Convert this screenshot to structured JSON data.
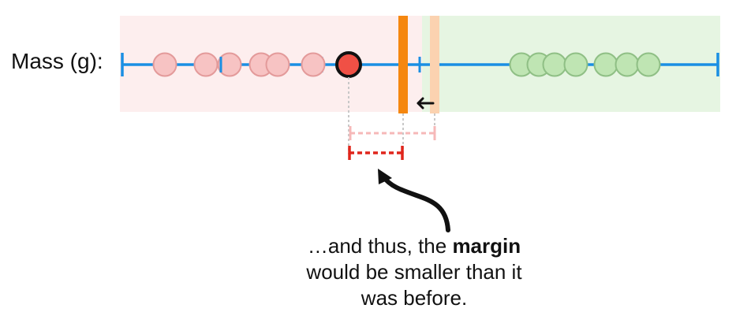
{
  "axis_label": "Mass (g):",
  "caption": {
    "part1": "…and thus, the ",
    "bold": "margin",
    "part2": "would be smaller than it",
    "part3": "was before."
  },
  "colors": {
    "axis": "#1a8fe3",
    "left_region": "#fdeeee",
    "right_region": "#e6f5e2",
    "left_point_fill": "#f7c3c3",
    "left_point_stroke": "#e39a9a",
    "right_point_fill": "#bfe5b3",
    "right_point_stroke": "#8fbf85",
    "highlight_point_fill": "#f05045",
    "threshold_new": "#f5870f",
    "threshold_old": "#fbd2b0",
    "margin_new": "#e0251b",
    "margin_old": "#f6b8b8",
    "arrow": "#111111"
  }
}
